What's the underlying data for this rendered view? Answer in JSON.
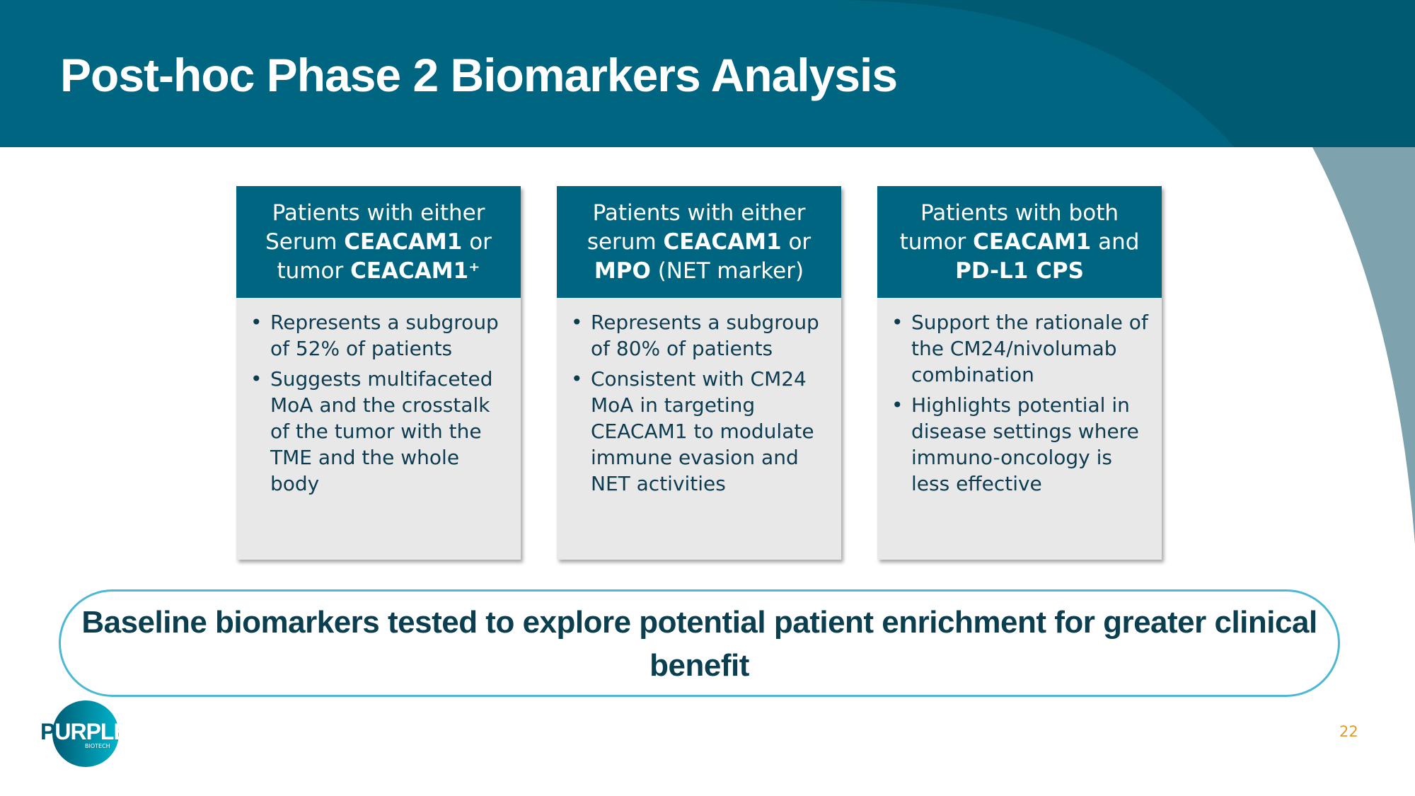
{
  "title": "Post-hoc Phase 2 Biomarkers Analysis",
  "cards": [
    {
      "h1": "Patients with either",
      "h2a": "Serum ",
      "h2b": "CEACAM1",
      "h2c": " or",
      "h3a": "tumor ",
      "h3b": "CEACAM1⁺",
      "h3c": "",
      "bullets": [
        "Represents a subgroup of 52% of patients",
        "Suggests multifaceted MoA and the crosstalk of the tumor with the TME and the whole body"
      ]
    },
    {
      "h1": "Patients with either",
      "h2a": "serum ",
      "h2b": "CEACAM1",
      "h2c": " or",
      "h3a": "",
      "h3b": "MPO",
      "h3c": " (NET marker)",
      "bullets": [
        "Represents a subgroup of 80% of patients",
        "Consistent with CM24 MoA in targeting CEACAM1 to modulate immune evasion and NET activities"
      ]
    },
    {
      "h1": "Patients with both",
      "h2a": "tumor ",
      "h2b": "CEACAM1",
      "h2c": " and",
      "h3a": "",
      "h3b": "PD-L1 CPS",
      "h3c": "",
      "bullets": [
        "Support the rationale of the CM24/nivolumab combination",
        "Highlights potential in disease settings where immuno-oncology is less effective"
      ]
    }
  ],
  "banner": "Baseline biomarkers tested to explore potential patient enrichment for greater clinical benefit",
  "logo": {
    "word_a": "P",
    "word_b": "URPLE",
    "sub": "BIOTECH"
  },
  "page_number": "22",
  "colors": {
    "header": "#006580",
    "accent": "#4db8d4",
    "page_number": "#e39a2e"
  }
}
